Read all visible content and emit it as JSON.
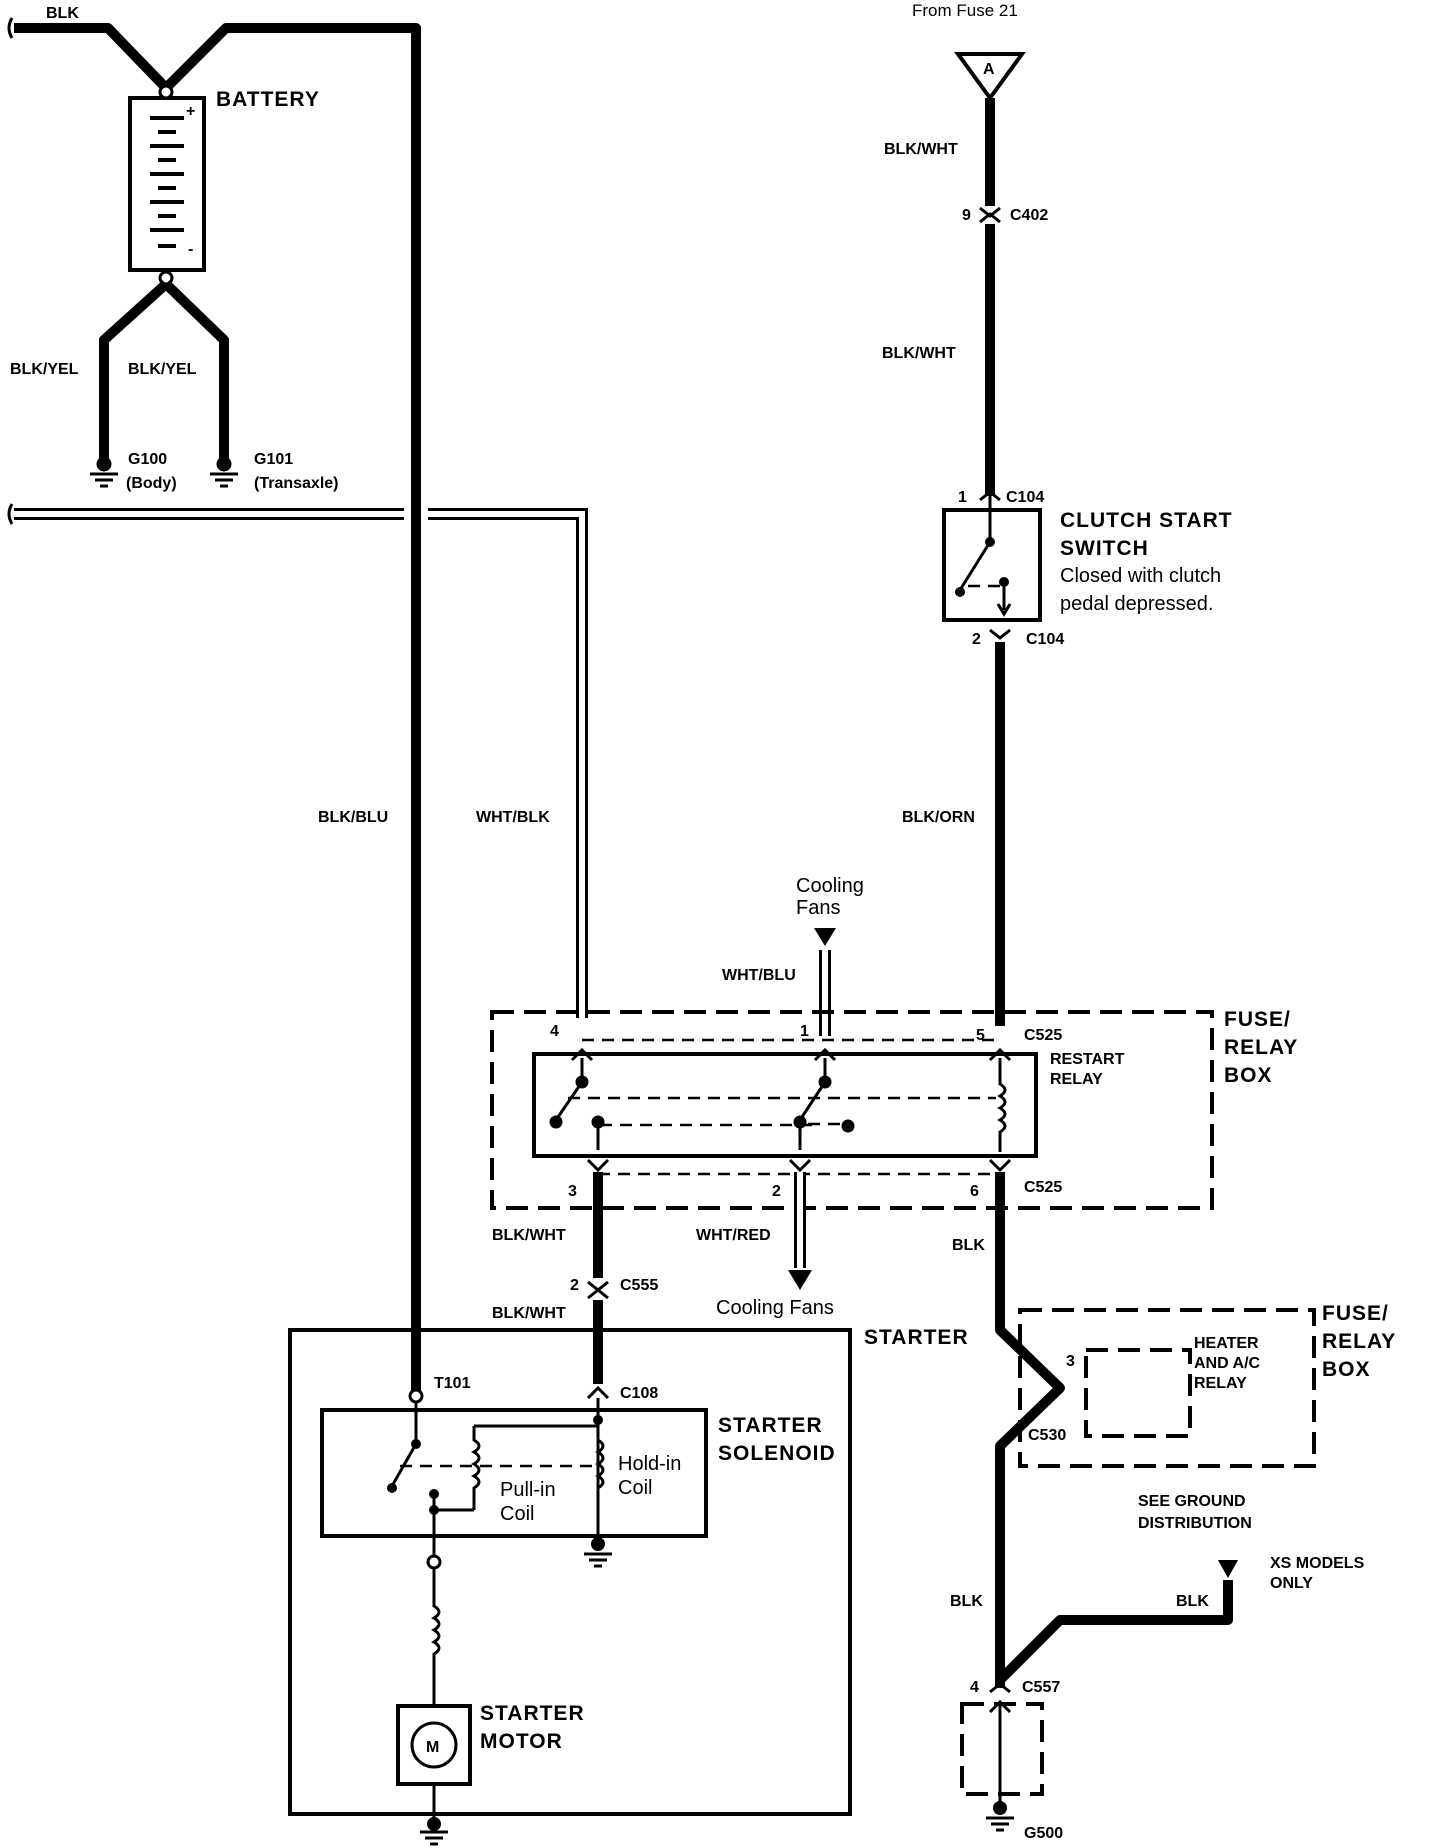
{
  "battery": {
    "label": "BATTERY",
    "wire_top": "BLK",
    "wire_left": "BLK/YEL",
    "wire_right": "BLK/YEL",
    "ground_1": "G100",
    "ground_1_loc": "(Body)",
    "ground_2": "G101",
    "ground_2_loc": "(Transaxle)",
    "plus": "+",
    "minus": "-"
  },
  "fuse_source": {
    "label": "From Fuse 21",
    "connector_id": "A",
    "wire_1": "BLK/WHT",
    "c402_pin": "9",
    "c402": "C402",
    "wire_2": "BLK/WHT"
  },
  "clutch_switch": {
    "title_1": "CLUTCH START",
    "title_2": "SWITCH",
    "desc_1": "Closed with clutch",
    "desc_2": "pedal depressed.",
    "pin_top": "1",
    "conn_top": "C104",
    "pin_bottom": "2",
    "conn_bottom": "C104",
    "wire_out": "BLK/ORN"
  },
  "wires": {
    "blk_blu": "BLK/BLU",
    "wht_blk": "WHT/BLK",
    "wht_blu": "WHT/BLU",
    "wht_red": "WHT/RED",
    "blk_wht_1": "BLK/WHT",
    "blk_wht_2": "BLK/WHT",
    "blk_1": "BLK",
    "blk_2": "BLK",
    "blk_3": "BLK"
  },
  "cooling_fans_top": [
    "Cooling",
    "Fans"
  ],
  "cooling_fans_bottom": "Cooling Fans",
  "fuse_relay_box_1": [
    "FUSE/",
    "RELAY",
    "BOX"
  ],
  "restart_relay": {
    "label_1": "RESTART",
    "label_2": "RELAY",
    "conn": "C525",
    "conn_bottom": "C525",
    "pins_top": [
      "4",
      "1",
      "5"
    ],
    "pins_bottom": [
      "3",
      "2",
      "6"
    ]
  },
  "c555": {
    "pin": "2",
    "label": "C555"
  },
  "starter": {
    "label": "STARTER",
    "t101": "T101",
    "c108": "C108",
    "solenoid_1": "STARTER",
    "solenoid_2": "SOLENOID",
    "pull_in_1": "Pull-in",
    "pull_in_2": "Coil",
    "hold_in_1": "Hold-in",
    "hold_in_2": "Coil",
    "motor_1": "STARTER",
    "motor_2": "MOTOR",
    "motor_symbol": "M"
  },
  "fuse_relay_box_2": [
    "FUSE/",
    "RELAY",
    "BOX"
  ],
  "heater_relay": {
    "label": [
      "HEATER",
      "AND A/C",
      "RELAY"
    ],
    "pin": "3",
    "conn": "C530"
  },
  "ground_note": [
    "SEE GROUND",
    "DISTRIBUTION"
  ],
  "xs_models": [
    "XS MODELS",
    "ONLY"
  ],
  "g500": {
    "pin": "4",
    "conn": "C557",
    "ground": "G500"
  }
}
